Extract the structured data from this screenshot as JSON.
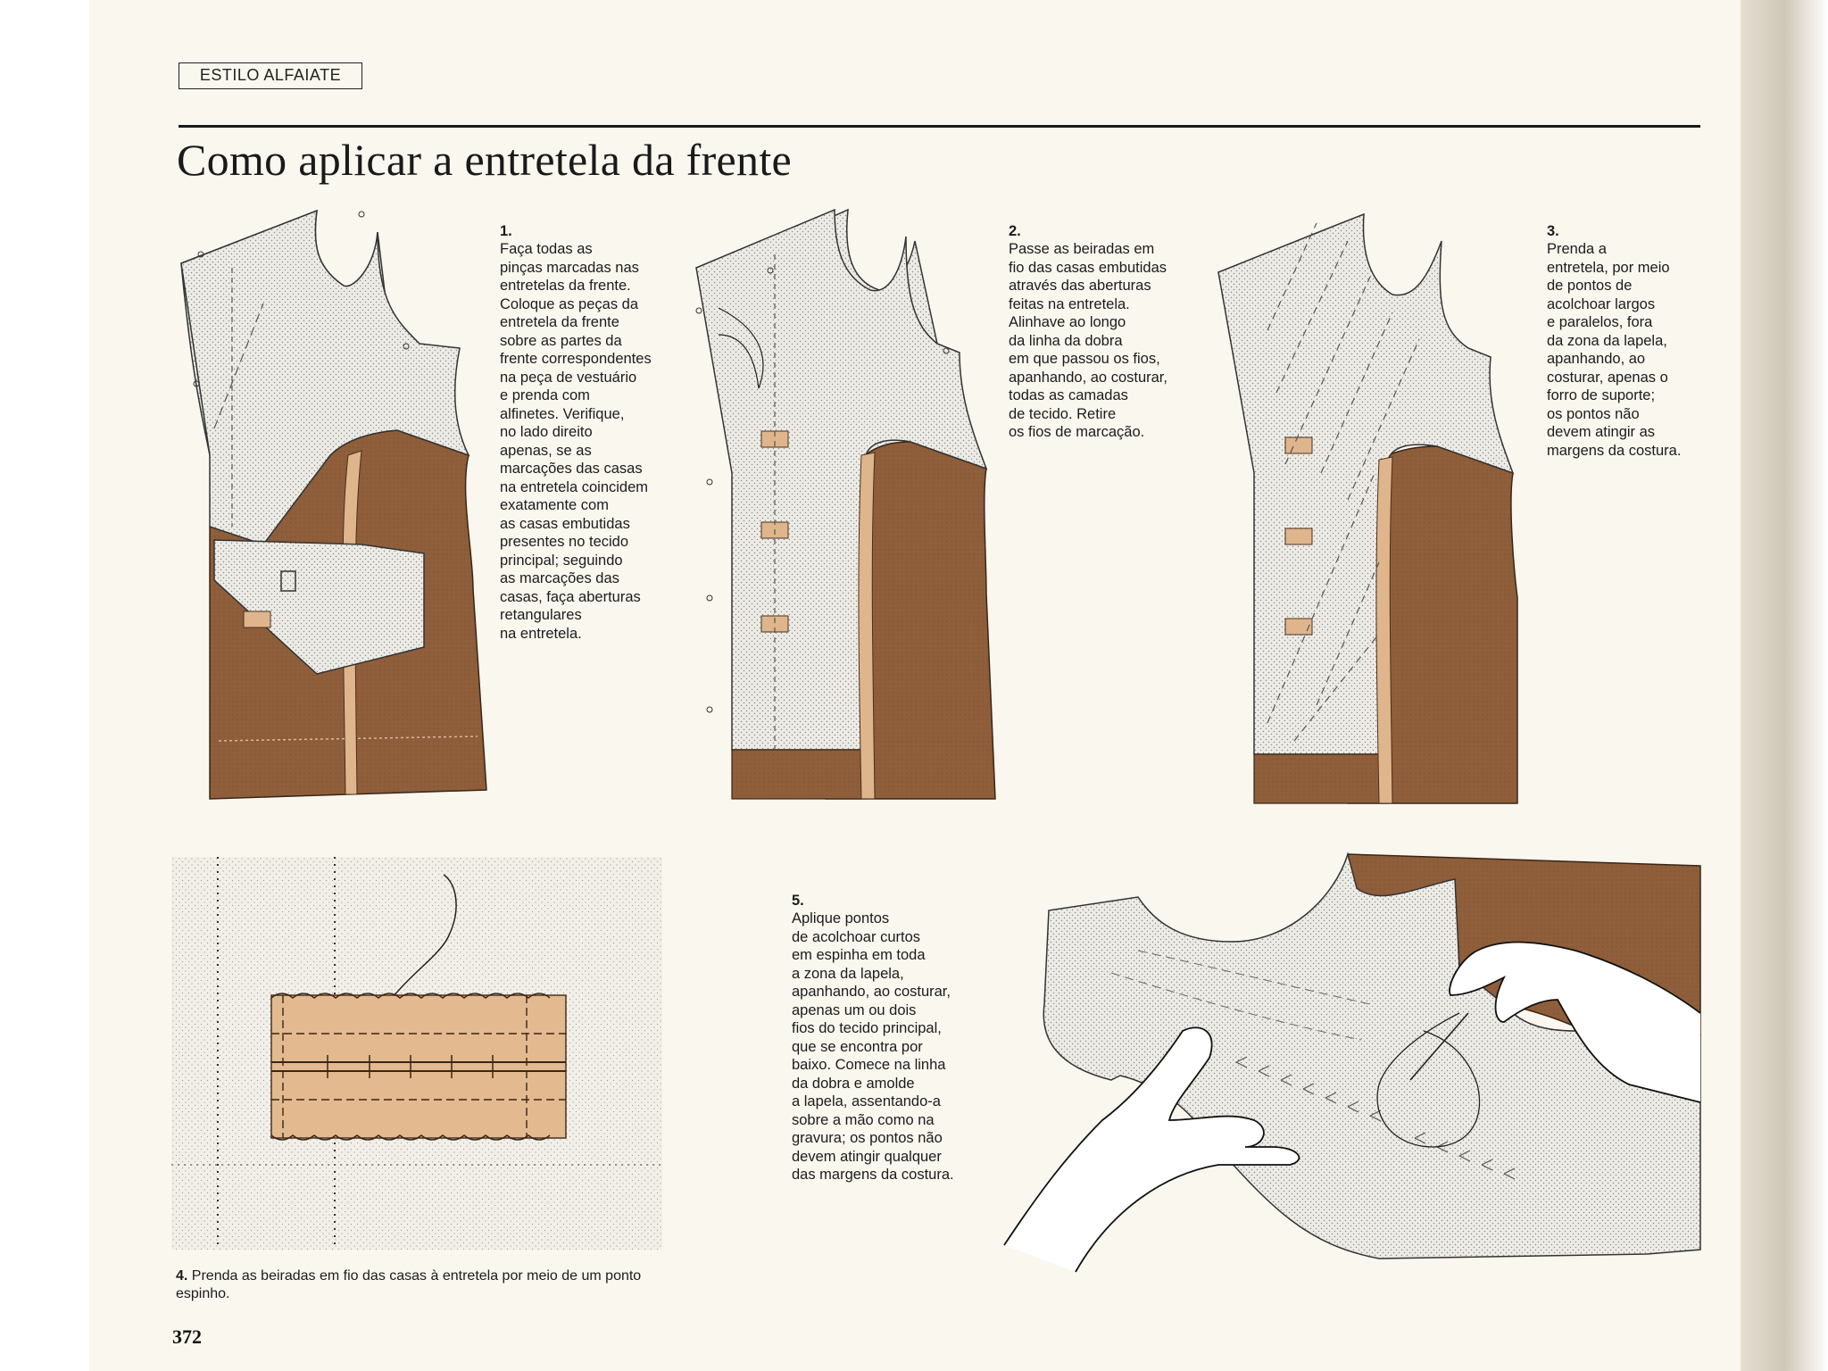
{
  "header": {
    "section_tag": "ESTILO ALFAIATE",
    "title": "Como aplicar a entretela da frente"
  },
  "steps": [
    {
      "number": "1.",
      "text": "Faça todas as\npinças marcadas nas\nentretelas da frente.\nColoque as peças da\nentretela da frente\nsobre as partes da\nfrente correspondentes\nna peça de vestuário\ne prenda com\nalfinetes. Verifique,\nno lado direito\napenas, se as\nmarcações das casas\nna entretela coincidem\nexatamente com\nas casas embutidas\npresentes no tecido\nprincipal; seguindo\nas marcações das\ncasas, faça aberturas\nretangulares\nna entretela."
    },
    {
      "number": "2.",
      "text": "Passe as beiradas em\nfio das casas embutidas\natravés das aberturas\nfeitas na entretela.\nAlinhave ao longo\nda linha da dobra\nem que passou os fios,\napanhando, ao costurar,\ntodas as camadas\nde tecido. Retire\nos fios de marcação."
    },
    {
      "number": "3.",
      "text": "Prenda a\nentretela, por meio\nde pontos de\nacolchoar largos\ne paralelos, fora\nda zona da lapela,\napanhando, ao\ncosturar, apenas o\nforro de suporte;\nos pontos não\ndevem atingir as\nmargens da costura."
    },
    {
      "number": "4.",
      "text": "Prenda as beiradas em fio das casas à entretela por meio de um ponto espinho."
    },
    {
      "number": "5.",
      "text": "Aplique pontos\nde acolchoar curtos\nem espinha em toda\na zona da lapela,\napanhando, ao costurar,\napenas um ou dois\nfios do tecido principal,\nque se encontra por\nbaixo. Comece na linha\nda dobra e amolde\na lapela, assentando-a\nsobre a mão como na\ngravura; os pontos não\ndevem atingir qualquer\ndas margens da costura."
    }
  ],
  "page_number": "372",
  "colors": {
    "paper": "#faf7ef",
    "fabric_brown": "#8f5e3a",
    "interfacing": "#ecebe6",
    "tape_tan": "#dfb58c",
    "ink": "#1a1a1a"
  }
}
